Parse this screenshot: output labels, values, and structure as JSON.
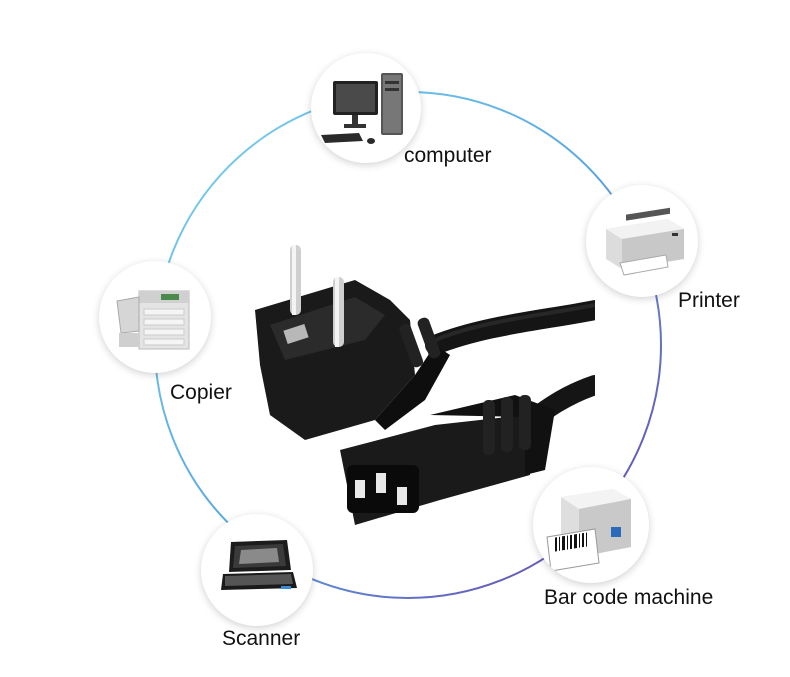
{
  "devices": [
    {
      "id": "computer",
      "label": "computer",
      "icon": "computer-icon"
    },
    {
      "id": "printer",
      "label": "Printer",
      "icon": "printer-icon"
    },
    {
      "id": "copier",
      "label": "Copier",
      "icon": "copier-icon"
    },
    {
      "id": "barcode",
      "label": "Bar code machine",
      "icon": "barcode-printer-icon"
    },
    {
      "id": "scanner",
      "label": "Scanner",
      "icon": "scanner-icon"
    }
  ],
  "center_image": "power-cord-icon",
  "colors": {
    "ring_gradient_start": "#6ec3ea",
    "ring_gradient_end": "#7b3fb0",
    "cable": "#151515"
  }
}
